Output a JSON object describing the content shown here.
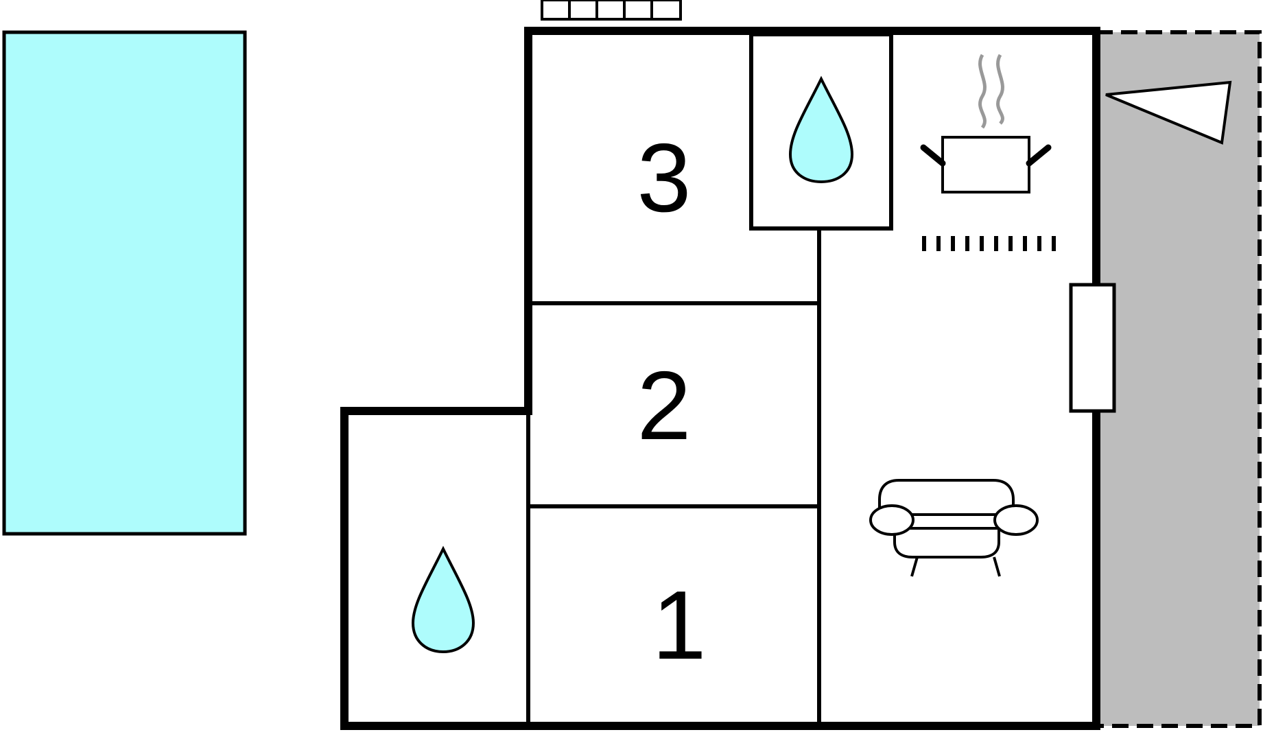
{
  "floorplan": {
    "rooms": [
      {
        "id": "bedroom-1",
        "number": "1"
      },
      {
        "id": "bedroom-2",
        "number": "2"
      },
      {
        "id": "bedroom-3",
        "number": "3"
      }
    ],
    "icons": [
      "water-drop-icon",
      "water-drop-icon",
      "cooking-pot-icon",
      "sofa-icon",
      "compass-pointer-icon"
    ],
    "colors": {
      "pool": "#aefcfc",
      "water": "#aefcfc",
      "terrace": "#bdbdbd",
      "walls": "#000000",
      "steam": "#999999"
    }
  }
}
